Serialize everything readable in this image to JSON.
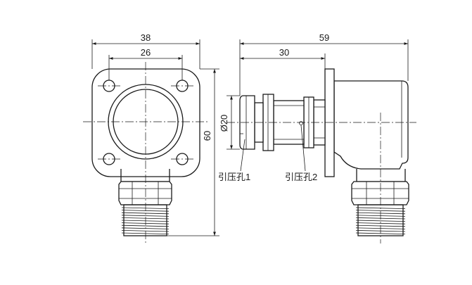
{
  "dimensions": {
    "front_width": "38",
    "hole_spacing": "26",
    "front_height": "60",
    "side_length": "59",
    "side_nozzle": "30",
    "diameter": "Ø20"
  },
  "notes": {
    "crimp_hole_1": "引压孔1",
    "crimp_hole_2": "引压孔2"
  }
}
